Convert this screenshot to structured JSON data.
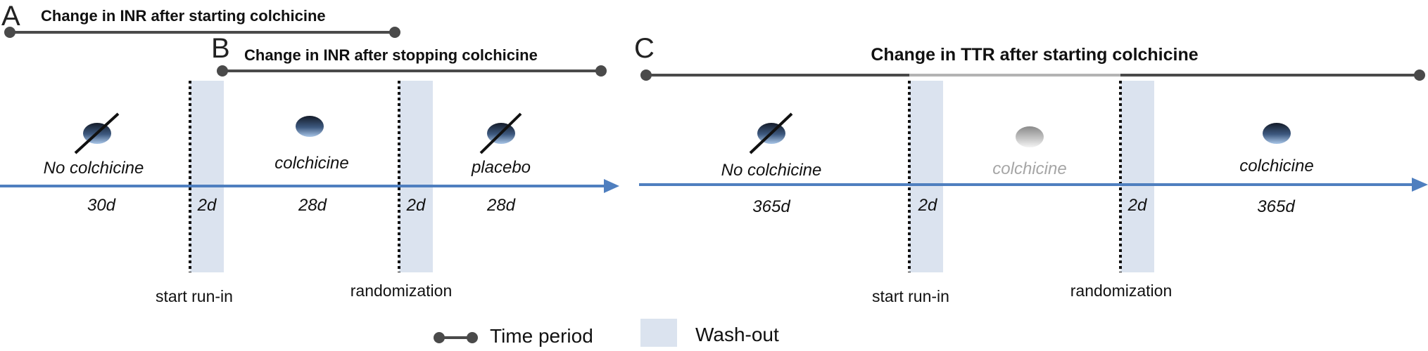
{
  "panel_a": {
    "letter": "A",
    "title": "Change in INR after starting colchicine"
  },
  "panel_b": {
    "letter": "B",
    "title": "Change in INR after stopping colchicine",
    "phases": [
      "No colchicine",
      "colchicine",
      "placebo"
    ],
    "durations": [
      "30d",
      "2d",
      "28d",
      "2d",
      "28d"
    ],
    "events": [
      "start run-in",
      "randomization"
    ]
  },
  "panel_c": {
    "letter": "C",
    "title": "Change in TTR after starting colchicine",
    "phases": [
      "No colchicine",
      "colchicine",
      "colchicine"
    ],
    "durations": [
      "365d",
      "2d",
      "2d",
      "365d"
    ],
    "events": [
      "start run-in",
      "randomization"
    ]
  },
  "legend": {
    "time_period": "Time period",
    "wash_out": "Wash-out"
  },
  "colors": {
    "arrow": "#4f7fbf",
    "washout": "#dbe3ef",
    "period_line": "#4a4a4a",
    "period_line_light": "#b3b3b3",
    "pill_dark": "#1a2230",
    "pill_light": "#8ab0dc"
  }
}
